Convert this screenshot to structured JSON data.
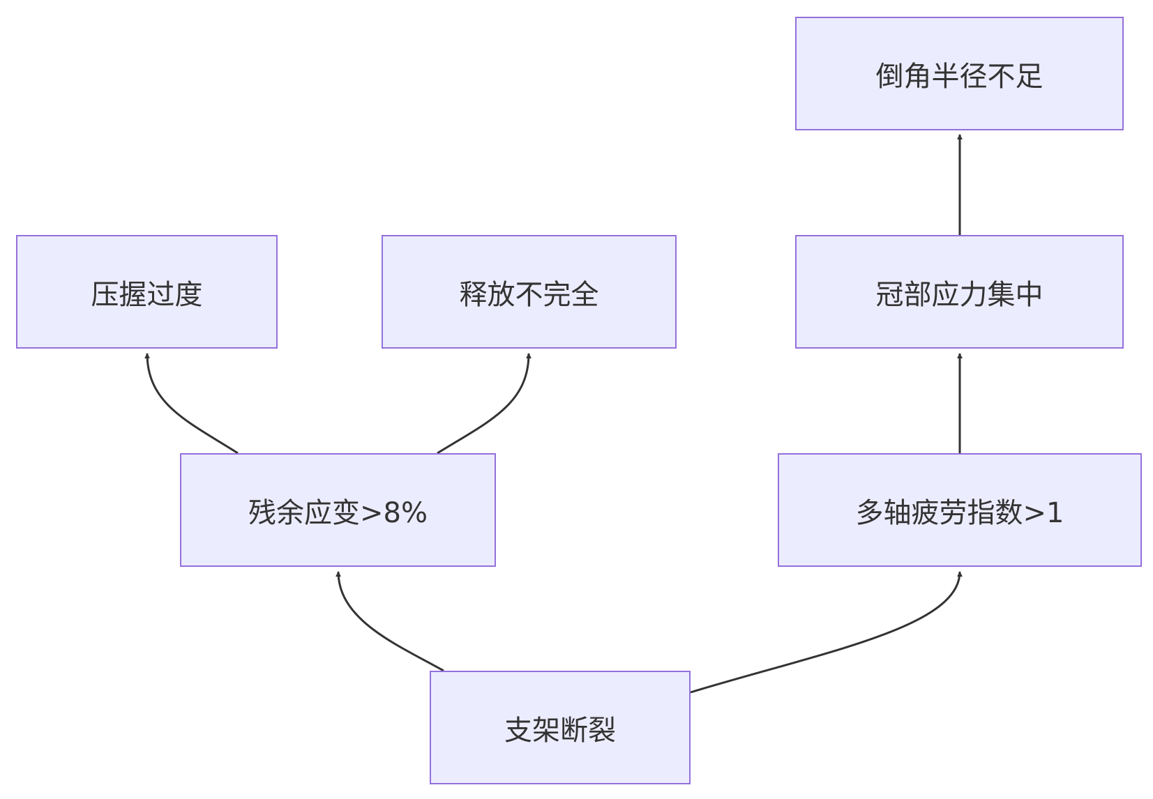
{
  "diagram": {
    "nodes": {
      "fracture": {
        "label": "支架断裂"
      },
      "residual_strain": {
        "label": "残余应变>8%"
      },
      "fatigue_index": {
        "label": "多轴疲劳指数>1"
      },
      "over_crimp": {
        "label": "压握过度"
      },
      "incomplete_release": {
        "label": "释放不完全"
      },
      "crown_stress": {
        "label": "冠部应力集中"
      },
      "fillet_radius": {
        "label": "倒角半径不足"
      }
    },
    "edges": [
      {
        "from": "fracture",
        "to": "residual_strain"
      },
      {
        "from": "fracture",
        "to": "fatigue_index"
      },
      {
        "from": "residual_strain",
        "to": "over_crimp"
      },
      {
        "from": "residual_strain",
        "to": "incomplete_release"
      },
      {
        "from": "fatigue_index",
        "to": "crown_stress"
      },
      {
        "from": "crown_stress",
        "to": "fillet_radius"
      }
    ],
    "colors": {
      "node_fill": "#ECECFF",
      "node_border": "#9370DB",
      "edge": "#333333",
      "text": "#333333"
    }
  }
}
